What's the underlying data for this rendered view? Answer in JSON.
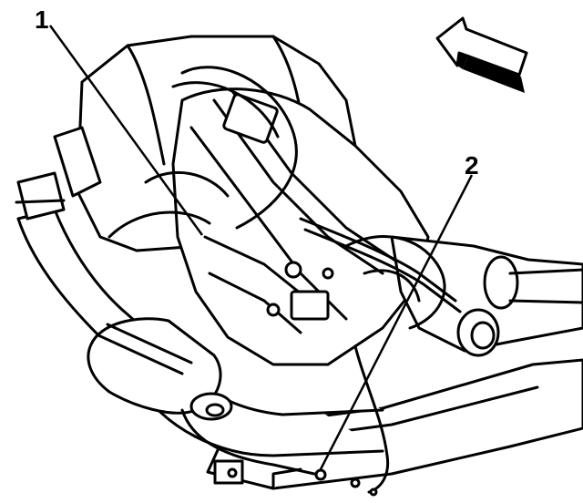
{
  "callouts": [
    {
      "id": "1",
      "label": "1"
    },
    {
      "id": "2",
      "label": "2"
    }
  ],
  "colors": {
    "line": "#000000",
    "fill": "#ffffff",
    "background": "#ffffff"
  },
  "icons": {
    "direction_arrow": "forward-arrow-icon"
  }
}
